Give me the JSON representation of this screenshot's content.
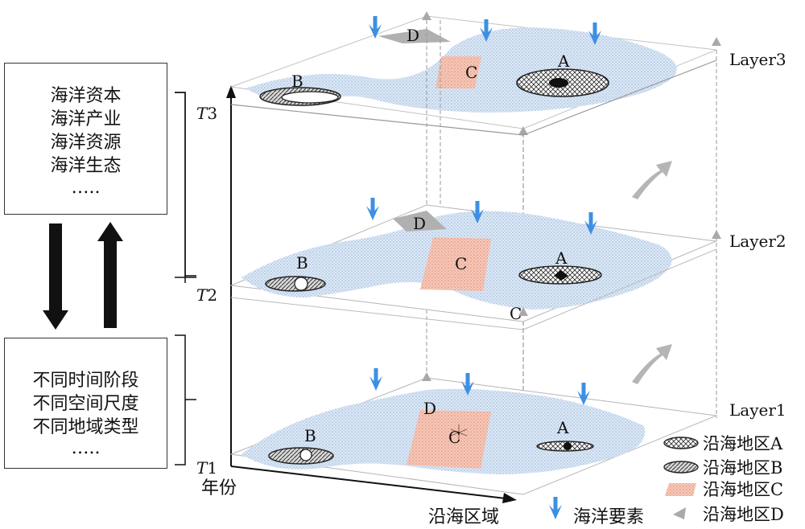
{
  "left_panel": {
    "top_box_items": [
      "海洋资本",
      "海洋产业",
      "海洋资源",
      "海洋生态",
      "….."
    ],
    "bottom_box_items": [
      "不同时间阶段",
      "不同空间尺度",
      "不同地域类型",
      "….."
    ]
  },
  "axes": {
    "y_label": "年份",
    "x_label": "沿海区域",
    "ticks": [
      {
        "letter": "T",
        "sub": "3"
      },
      {
        "letter": "T",
        "sub": "2"
      },
      {
        "letter": "T",
        "sub": "1"
      }
    ]
  },
  "layers": [
    {
      "name": "Layer3",
      "a": "A",
      "b": "B",
      "c": "C",
      "d": "D"
    },
    {
      "name": "Layer2",
      "a": "A",
      "b": "B",
      "c": "C",
      "d": "D",
      "c_corner": "C"
    },
    {
      "name": "Layer1",
      "a": "A",
      "b": "B",
      "c": "C",
      "d": "D"
    }
  ],
  "legend": [
    {
      "label": "沿海地区A",
      "icon": "ellipse-crosshatch-icon"
    },
    {
      "label": "沿海地区B",
      "icon": "ellipse-hatch-icon"
    },
    {
      "label": "沿海地区C",
      "icon": "dotted-parallelogram-icon"
    },
    {
      "label": "沿海地区D",
      "icon": "gray-triangle-icon"
    }
  ],
  "marine_factor_label": "海洋要素",
  "colors": {
    "arrow_blue": "#3d8fe3",
    "region_blue": "#c9dcef",
    "region_c": "#f0b6a4",
    "gray": "#a9a9a9"
  }
}
